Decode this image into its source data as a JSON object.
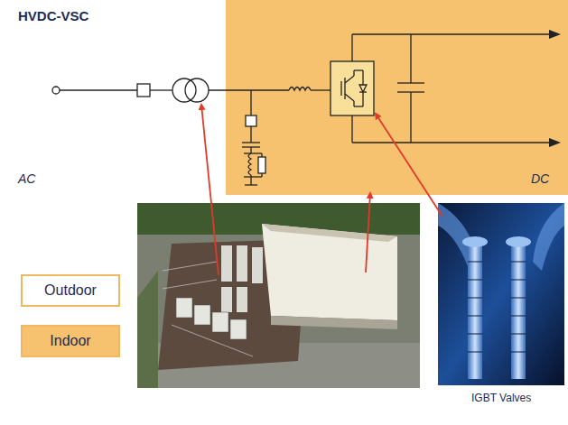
{
  "diagram": {
    "title": "HVDC-VSC",
    "labels": [
      "AC",
      "DC",
      "IGBT Valves"
    ],
    "legend": [
      {
        "text": "Outdoor",
        "color": "#ffffff"
      },
      {
        "text": "Indoor",
        "color": "#f7c270"
      }
    ]
  }
}
